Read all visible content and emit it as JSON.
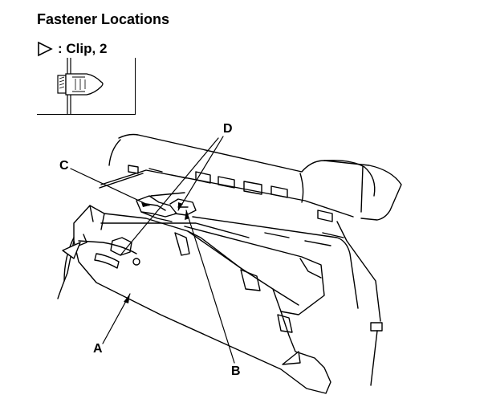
{
  "title": "Fastener Locations",
  "legend": {
    "symbol_icon": "open-triangle-icon",
    "label": ": Clip, 2"
  },
  "callouts": {
    "a": "A",
    "b": "B",
    "c": "C",
    "d": "D"
  },
  "colors": {
    "line": "#000000",
    "background": "#ffffff"
  }
}
